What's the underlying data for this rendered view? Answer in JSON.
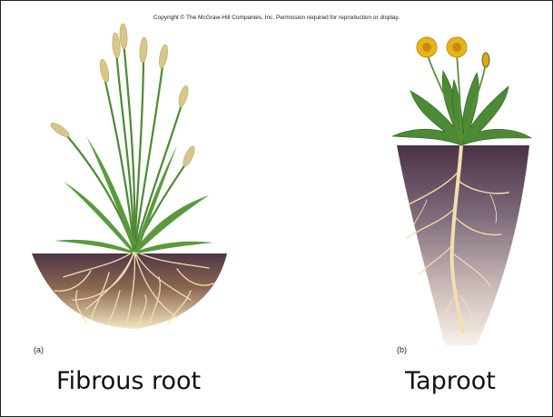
{
  "header": {
    "copyright": "Copyright © The McGraw-Hill Companies, Inc. Permission required for reproduction or display."
  },
  "panels": [
    {
      "letter": "(a)",
      "caption": "Fibrous root"
    },
    {
      "letter": "(b)",
      "caption": "Taproot"
    }
  ],
  "colors": {
    "soil_top": "#5a3f4e",
    "soil_bottom": "#f1e1b8",
    "root": "#f3deb0",
    "leaf": "#4c8a35",
    "flower": "#e8b41a",
    "grass_head": "#d7c88a"
  }
}
